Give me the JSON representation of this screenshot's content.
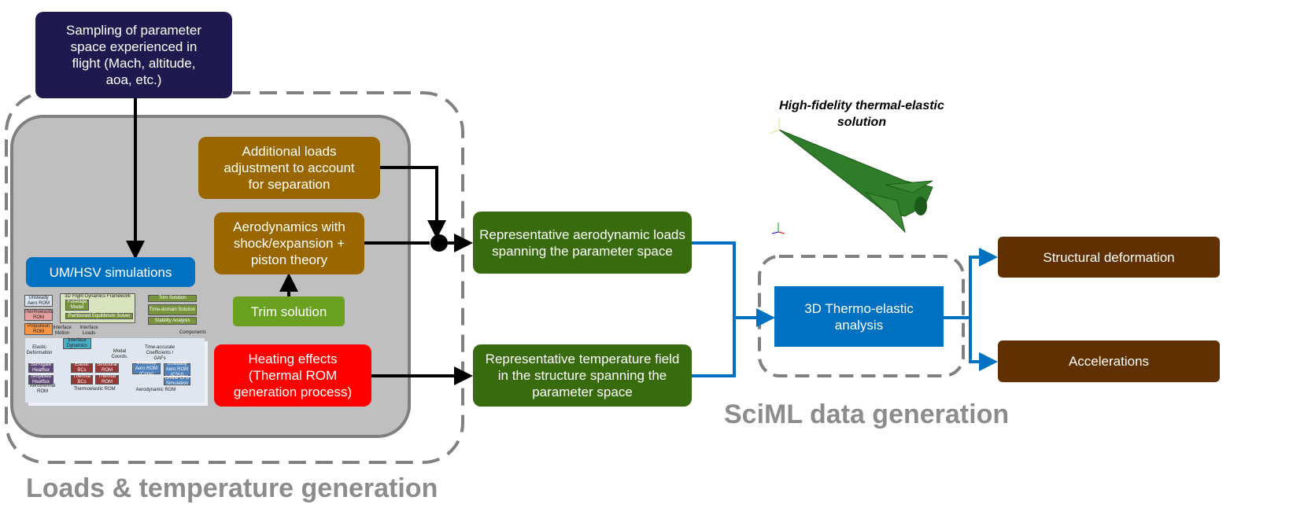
{
  "sampling": "Sampling of parameter space experienced in flight (Mach, altitude, aoa, etc.)",
  "additional_loads": "Additional loads adjustment to account for separation",
  "aerodynamics": "Aerodynamics with shock/expansion + piston theory",
  "trim": "Trim solution",
  "heating": "Heating effects (Thermal ROM generation process)",
  "um_hsv": "UM/HSV simulations",
  "rep_aero": "Representative aerodynamic loads spanning the parameter space",
  "rep_temp": "Representative temperature field in the structure spanning the parameter space",
  "thermo_elastic": "3D Thermo-elastic analysis",
  "structural_deformation": "Structural deformation",
  "accelerations": "Accelerations",
  "hifi_caption": "High-fidelity thermal-elastic solution",
  "sciml_title": "SciML data generation",
  "loads_title": "Loads & temperature generation",
  "colors": {
    "navy": "#1e1a4f",
    "brown_orange": "#996600",
    "green_light": "#6aa121",
    "red": "#ff0000",
    "blue": "#0070c0",
    "green_dark": "#386b0d",
    "brown_dark": "#603000",
    "gray": "#808080"
  },
  "mini": {
    "unsteady_aero": "Unsteady Aero ROM",
    "thermoelastic": "Thermoelastic ROM",
    "propulsion": "Propulsion ROM",
    "framework": "3D Flight Dynamics Framework",
    "fuselage": "Fuselage Model",
    "equilibrium": "Partitioned Equilibrium Solver",
    "trim_sol": "Trim Solution",
    "time_domain": "Time-domain Solution",
    "stability": "Stability Analysis",
    "interface_motion": "Interface Motion",
    "interface_loads": "Interface Loads",
    "interface_dynamics": "Interface Dynamics",
    "elastic_def": "Elastic Deformation",
    "modal": "Modal Coords.",
    "time_accurate": "Time-accurate Coefficients / GAFs",
    "components": "Components",
    "surrogate": "Surrogate Heatflux",
    "simplified": "Simplified Heatflux",
    "aerothermal": "Aerothermal ROM",
    "elastic_bcs": "Elastic BCs",
    "structural_rom": "Structural ROM",
    "thermal_bcs": "Thermal BCs",
    "thermal_rom": "Thermal ROM",
    "thermoelastic_rom": "Thermoelastic ROM",
    "unsteady_conv": "Unsteady Aero ROM (Conv)",
    "unsteady_csu": "Unsteady Aero ROM (CSU)",
    "offline_cfd": "Offline CFD Simulation",
    "aerodynamic_rom": "Aerodynamic ROM"
  }
}
